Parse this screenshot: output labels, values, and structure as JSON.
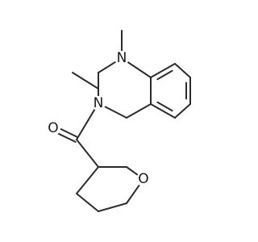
{
  "molecule": {
    "atoms": [
      {
        "id": "N1",
        "label": "N"
      },
      {
        "id": "N4",
        "label": "N"
      },
      {
        "id": "O_carbonyl",
        "label": "O"
      },
      {
        "id": "O_ring",
        "label": "O"
      }
    ],
    "colors": {
      "bond": "#2b2b2b",
      "label": "#1a1a1a",
      "background": "#ffffff"
    }
  }
}
